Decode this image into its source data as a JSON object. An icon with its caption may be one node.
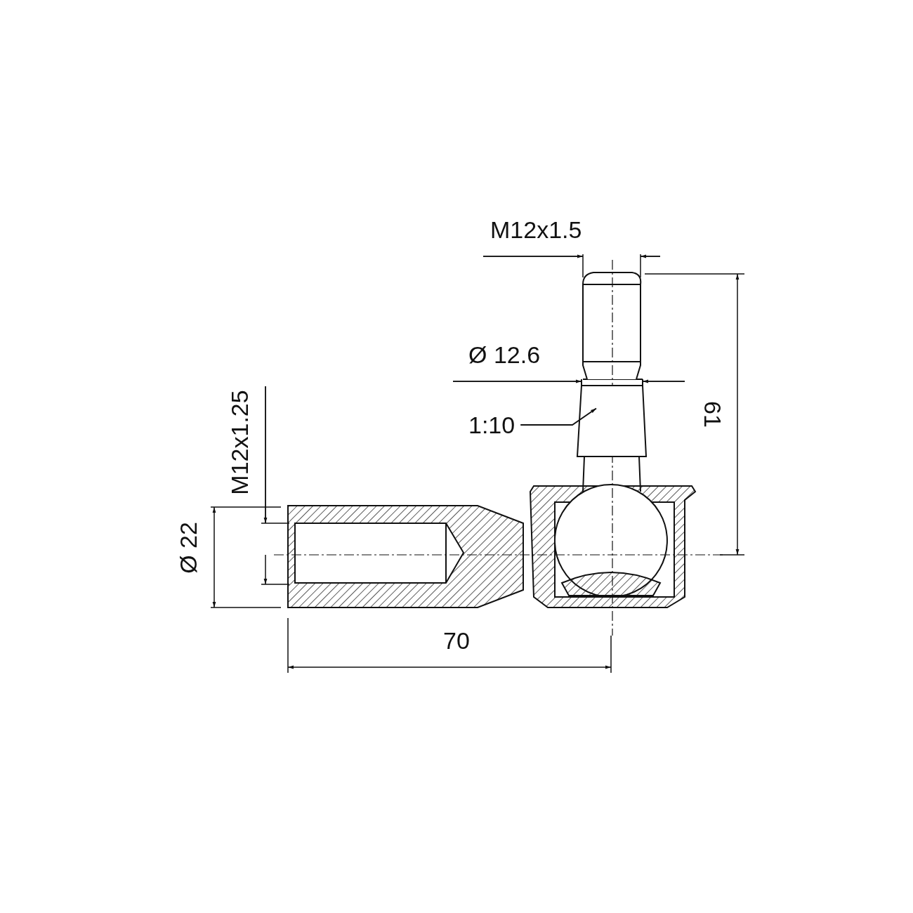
{
  "diagram": {
    "nodes": [
      {
        "text": [
          "1:10"
        ]
      },
      {
        "text": [],
        "shape": "picture"
      }
    ],
    "edges": [
      {
        "from": 0,
        "to": 1,
        "arrow": "to"
      }
    ],
    "labels": [
      "M12x1.5",
      "Ø 12.6",
      "61",
      "M12x1.25",
      "Ø 22",
      "70"
    ]
  }
}
